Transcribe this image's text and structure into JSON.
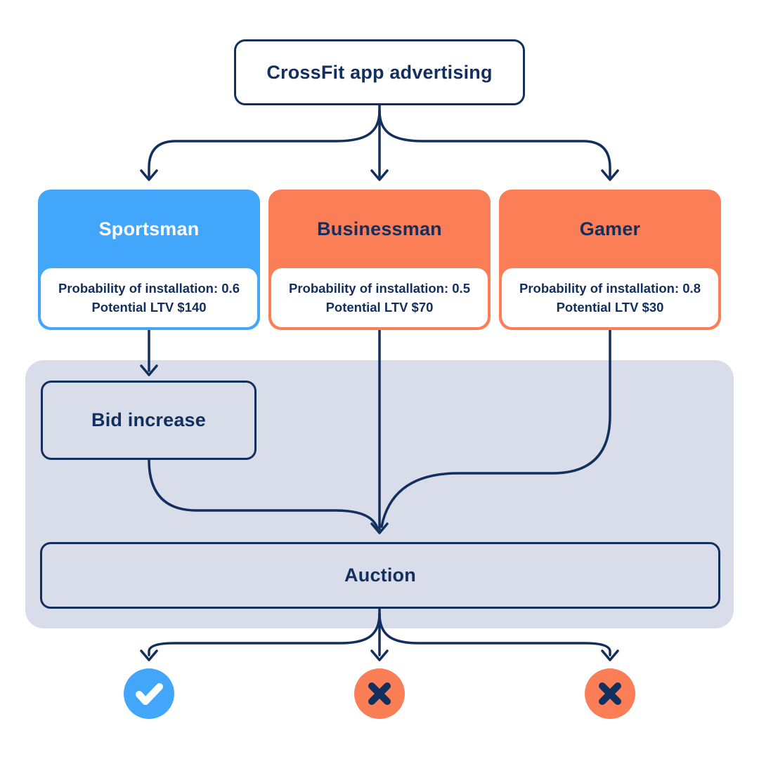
{
  "colors": {
    "navy": "#132F5E",
    "blue": "#42A6FB",
    "orange": "#FB7E57",
    "panel_grey": "#D8DDE9",
    "white": "#FFFFFF"
  },
  "root": {
    "title": "CrossFit app advertising"
  },
  "personas": [
    {
      "name": "Sportsman",
      "probability_label": "Probability of installation: 0.6",
      "ltv_label": "Potential LTV $140",
      "color": "#42A6FB",
      "header_text_color": "#FFFFFF"
    },
    {
      "name": "Businessman",
      "probability_label": "Probability of installation: 0.5",
      "ltv_label": "Potential LTV $70",
      "color": "#FB7E57",
      "header_text_color": "#132F5E"
    },
    {
      "name": "Gamer",
      "probability_label": "Probability of installation: 0.8",
      "ltv_label": "Potential LTV $30",
      "color": "#FB7E57",
      "header_text_color": "#132F5E"
    }
  ],
  "process": {
    "bid_increase_label": "Bid increase",
    "auction_label": "Auction"
  },
  "outcomes": [
    {
      "icon": "check-icon",
      "result": "won",
      "color": "#42A6FB",
      "glyph_color": "#FFFFFF"
    },
    {
      "icon": "cross-icon",
      "result": "lost",
      "color": "#FB7E57",
      "glyph_color": "#132F5E"
    },
    {
      "icon": "cross-icon",
      "result": "lost",
      "color": "#FB7E57",
      "glyph_color": "#132F5E"
    }
  ]
}
